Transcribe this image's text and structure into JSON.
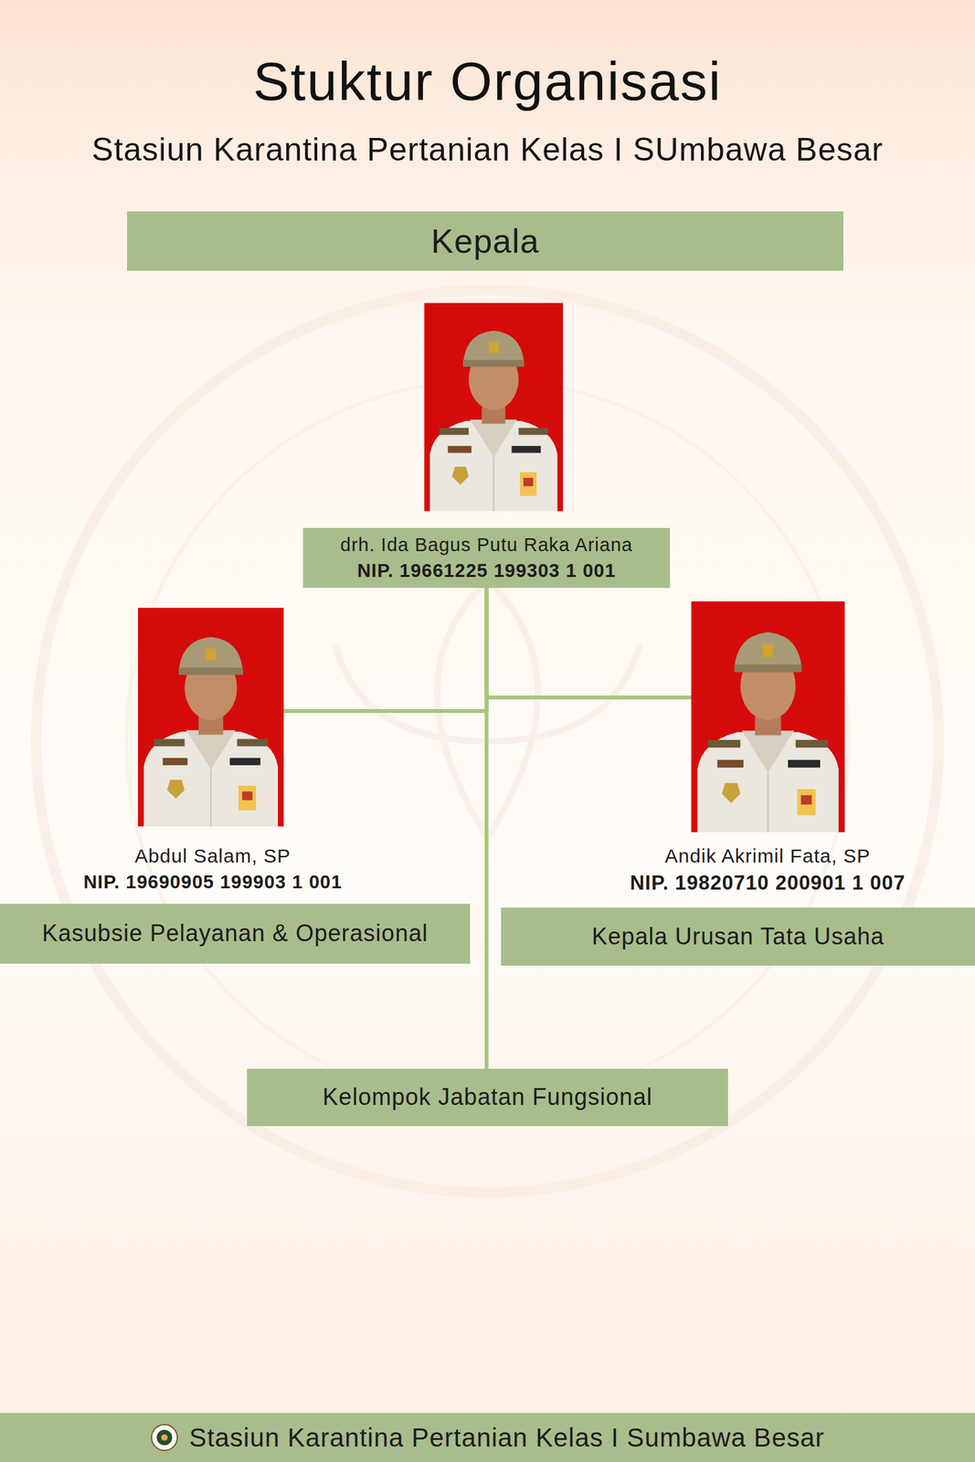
{
  "diagram": {
    "title": "Stuktur Organisasi",
    "nodes": [
      {
        "text": [
          "Kepala"
        ]
      },
      {
        "text": [
          "drh. Ida Bagus Putu Raka Ariana",
          "NIP. 19661225 199303 1 001"
        ]
      },
      {
        "text": [
          "Abdul Salam, SP",
          "NIP. 19690905 199903 1 001",
          "Kasubsie Pelayanan & Operasional"
        ]
      },
      {
        "text": [
          "Andik Akrimil Fata, SP",
          "NIP. 19820710 200901 1 007",
          "Kepala Urusan Tata Usaha"
        ]
      },
      {
        "text": [
          "Kelompok Jabatan Fungsional"
        ]
      },
      {
        "text": [
          "Stasiun Karantina Pertanian Kelas I Sumbawa Besar"
        ]
      }
    ],
    "edges": [
      {
        "from": 1,
        "to": 2,
        "arrow": "none"
      },
      {
        "from": 1,
        "to": 3,
        "arrow": "none"
      },
      {
        "from": 1,
        "to": 4,
        "arrow": "none"
      }
    ],
    "labels": [
      "Stasiun Karantina Pertanian Kelas I SUmbawa Besar"
    ]
  }
}
